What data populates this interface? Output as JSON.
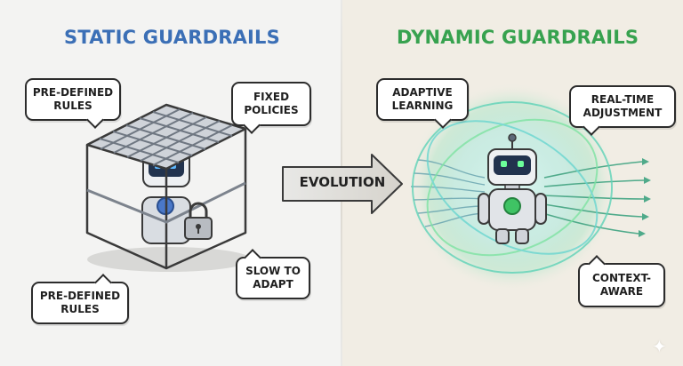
{
  "left": {
    "title": "STATIC GUARDRAILS",
    "title_color": "#3b6fb6",
    "bubbles": [
      {
        "line1": "PRE-DEFINED",
        "line2": "RULES"
      },
      {
        "line1": "FIXED",
        "line2": "POLICIES"
      },
      {
        "line1": "SLOW TO",
        "line2": "ADAPT"
      },
      {
        "line1": "PRE-DEFINED",
        "line2": "RULES"
      }
    ]
  },
  "center": {
    "arrow_label": "EVOLUTION"
  },
  "right": {
    "title": "DYNAMIC GUARDRAILS",
    "title_color": "#37a24f",
    "bubbles": [
      {
        "line1": "ADAPTIVE",
        "line2": "LEARNING"
      },
      {
        "line1": "REAL-TIME",
        "line2": "ADJUSTMENT"
      },
      {
        "line1": "CONTEXT-",
        "line2": "AWARE"
      }
    ]
  },
  "icons": [
    "caged-robot-icon",
    "padlock-icon",
    "glowing-robot-icon",
    "energy-field-icon",
    "sparkle-icon"
  ]
}
